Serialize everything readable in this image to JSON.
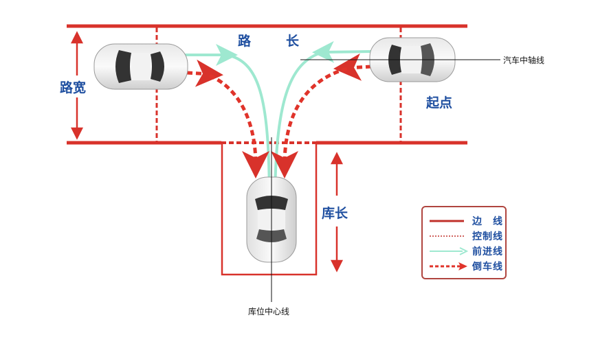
{
  "labels": {
    "road_length_1": "路",
    "road_length_2": "长",
    "road_width": "路宽",
    "start_point": "起点",
    "garage_length": "库长",
    "car_axis_line": "汽车中轴线",
    "garage_center_line": "库位中心线"
  },
  "legend": [
    {
      "label": "边　线",
      "style": "solid"
    },
    {
      "label": "控制线",
      "style": "dotted"
    },
    {
      "label": "前进线",
      "style": "forward-arrow"
    },
    {
      "label": "倒车线",
      "style": "reverse-arrow"
    }
  ],
  "colors": {
    "edge": "#d8322b",
    "forward": "#9ee8d0",
    "reverse": "#e0332a",
    "text": "#1f4fa0"
  }
}
